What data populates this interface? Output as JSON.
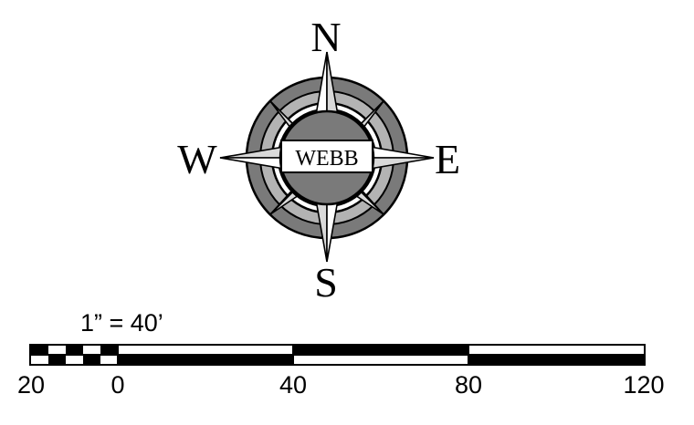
{
  "compass": {
    "north": "N",
    "south": "S",
    "east": "E",
    "west": "W",
    "center_label": "WEBB",
    "colors": {
      "ring_fill": "#7a7a7a",
      "band_fill": "#b3b3b3",
      "point_light": "#d9d9d9",
      "outline": "#000000"
    }
  },
  "scale": {
    "ratio_label": "1”  =  40’",
    "tick_labels": [
      "20",
      "0",
      "40",
      "80",
      "120"
    ]
  }
}
